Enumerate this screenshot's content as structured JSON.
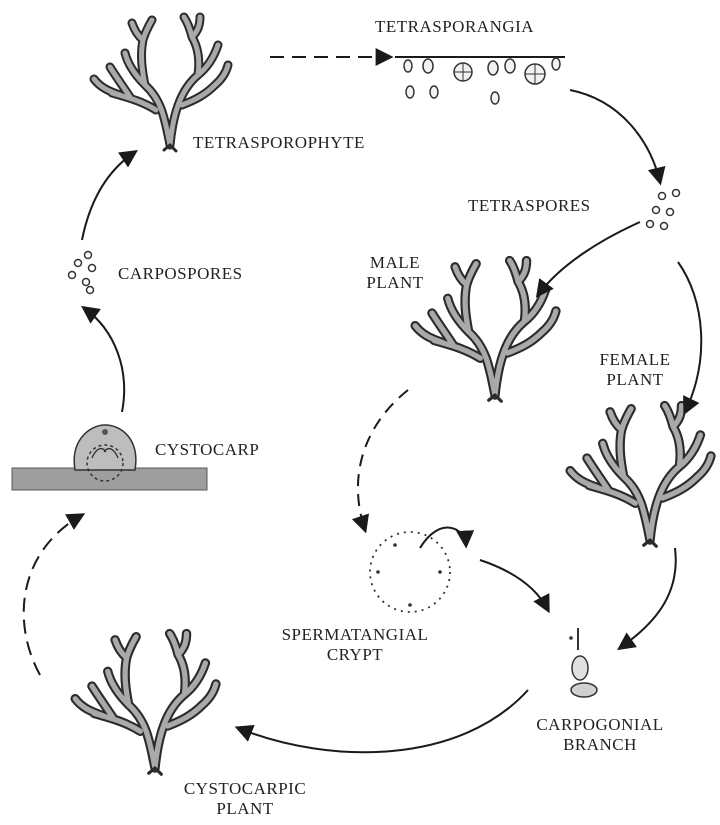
{
  "labels": {
    "tetrasporangia": "TETRASPORANGIA",
    "tetrasporophyte": "TETRASPOROPHYTE",
    "tetraspores": "TETRASPORES",
    "carpospores": "CARPOSPORES",
    "male_plant": [
      "MALE",
      "PLANT"
    ],
    "female_plant": [
      "FEMALE",
      "PLANT"
    ],
    "cystocarp": "CYSTOCARP",
    "spermatangial_crypt": [
      "SPERMATANGIAL",
      "CRYPT"
    ],
    "carpogonial_branch": [
      "CARPOGONIAL",
      "BRANCH"
    ],
    "cystocarpic_plant": [
      "CYSTOCARPIC",
      "PLANT"
    ]
  },
  "colors": {
    "ink": "#1a1a1a",
    "plant_fill": "#a9a9a9",
    "plant_stroke": "#2b2b2b",
    "substrate": "#9e9e9e"
  }
}
